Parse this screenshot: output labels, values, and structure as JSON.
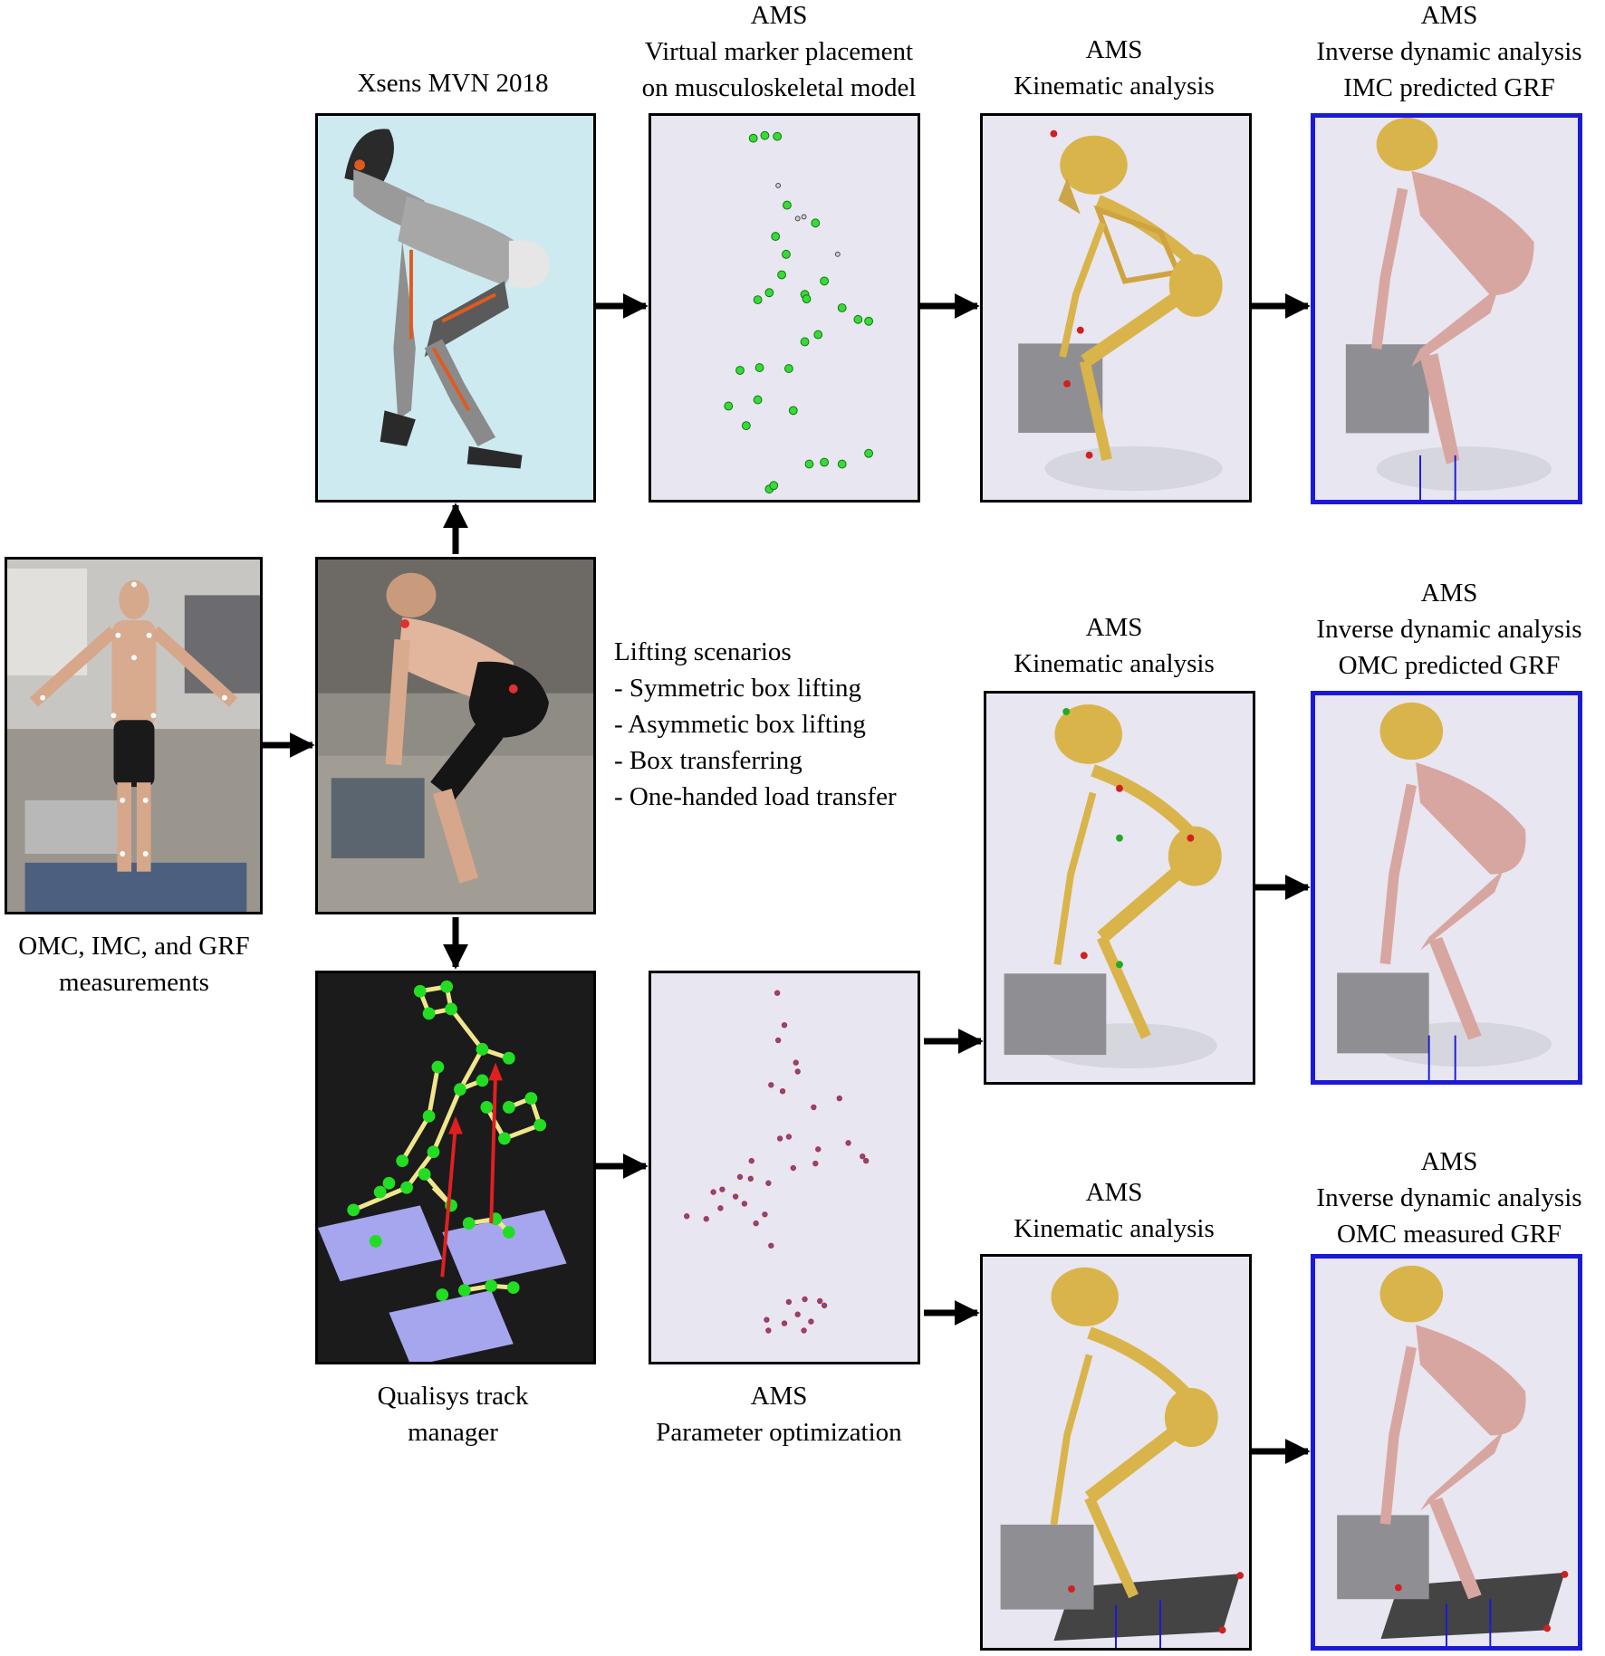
{
  "nodes": {
    "measurements": {
      "caption_lines": [
        "OMC, IMC, and GRF",
        "measurements"
      ]
    },
    "xsens": {
      "caption_lines": [
        "Xsens MVN 2018"
      ]
    },
    "virtual_marker": {
      "caption_lines": [
        "AMS",
        "Virtual marker placement",
        "on musculoskeletal model"
      ]
    },
    "kinematic_imc": {
      "caption_lines": [
        "AMS",
        "Kinematic analysis"
      ]
    },
    "inverse_imc": {
      "caption_lines": [
        "AMS",
        "Inverse dynamic analysis",
        "IMC predicted GRF"
      ]
    },
    "kinematic_omc_pred": {
      "caption_lines": [
        "AMS",
        "Kinematic analysis"
      ]
    },
    "inverse_omc_pred": {
      "caption_lines": [
        "AMS",
        "Inverse dynamic analysis",
        "OMC predicted GRF"
      ]
    },
    "qualisys": {
      "caption_lines": [
        "Qualisys track",
        "manager"
      ]
    },
    "parameter_opt": {
      "caption_lines": [
        "AMS",
        "Parameter optimization"
      ]
    },
    "kinematic_omc_meas": {
      "caption_lines": [
        "AMS",
        "Kinematic analysis"
      ]
    },
    "inverse_omc_meas": {
      "caption_lines": [
        "AMS",
        "Inverse dynamic analysis",
        "OMC measured GRF"
      ]
    }
  },
  "lifting": {
    "title": "Lifting scenarios",
    "items": [
      "- Symmetric box lifting",
      "- Asymmetic box lifting",
      "- Box transferring",
      "- One-handed load transfer"
    ]
  },
  "colors": {
    "arrow": "#000000",
    "highlight_border": "#1a1ad6",
    "xsens_bg": "#cdeaf0",
    "model_bg": "#e8e6f0",
    "qualisys_bg": "#1b1b1b",
    "marker_green": "#22dd22",
    "bone": "#d9b44a",
    "muscle": "#d8a6a0"
  }
}
